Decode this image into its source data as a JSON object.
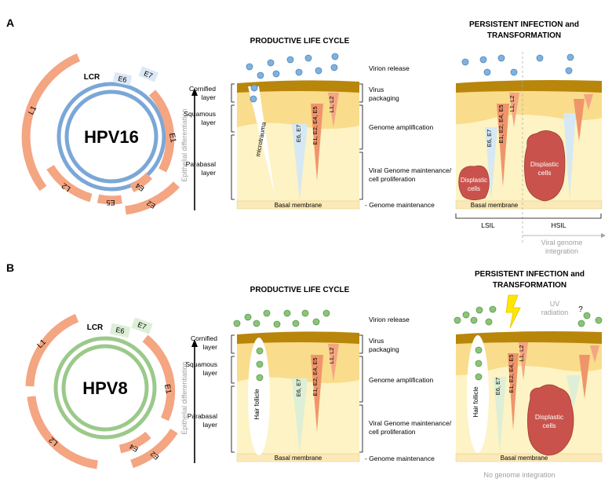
{
  "panel_a": {
    "letter": "A",
    "genome": {
      "name": "HPV16",
      "genes": {
        "lcr": "LCR",
        "e6": "E6",
        "e7": "E7",
        "e1": "E1",
        "e2": "E2",
        "e4": "E4",
        "e5": "E5",
        "l1": "L1",
        "l2": "L2"
      }
    },
    "axis_label": "Epithelial differentiation",
    "productive": {
      "title": "PRODUCTIVE LIFE CYCLE",
      "layers": {
        "cornified": [
          "Cornified",
          "layer"
        ],
        "squamous": [
          "Squamous",
          "layer"
        ],
        "parabasal": [
          "Parabasal",
          "layer"
        ]
      },
      "wound_label": "microtrauma",
      "genes_early": "E6, E7",
      "genes_mid": "E1, E2, E4, E5",
      "genes_late": "L1, L2",
      "basal": "Basal membrane"
    },
    "stages": {
      "virion": "Virion release",
      "packaging": [
        "Virus",
        "packaging"
      ],
      "amplification": "Genome amplification",
      "maintenance_prolif": [
        "Viral Genome maintenance/",
        "cell proliferation"
      ],
      "maintenance": "- Genome maintenance"
    },
    "persistent": {
      "title": [
        "PERSISTENT INFECTION and",
        "TRANSFORMATION"
      ],
      "genes_early": "E6, E7",
      "genes_mid": "E1, E2, E4, E5",
      "genes_late": "L1, L2",
      "dysplastic_small": [
        "Displastic",
        "cells"
      ],
      "dysplastic_large": [
        "Displastic",
        "cells"
      ],
      "basal": "Basal membrane",
      "lsil": "LSIL",
      "hsil": "HSIL",
      "integration": [
        "Viral genome",
        "integration"
      ]
    }
  },
  "panel_b": {
    "letter": "B",
    "genome": {
      "name": "HPV8",
      "genes": {
        "lcr": "LCR",
        "e6": "E6",
        "e7": "E7",
        "e1": "E1",
        "e2": "E2",
        "e4": "E4",
        "l1": "L1",
        "l2": "L2"
      }
    },
    "axis_label": "Epithelial differentiation",
    "productive": {
      "title": "PRODUCTIVE LIFE CYCLE",
      "layers": {
        "cornified": [
          "Cornified",
          "layer"
        ],
        "squamous": [
          "Squamous",
          "layer"
        ],
        "parabasal": [
          "Parabasal",
          "layer"
        ]
      },
      "follicle_label": "Hair follicle",
      "genes_early": "E6, E7",
      "genes_mid": "E1, E2, E4, E5",
      "genes_late": "L1, L2",
      "basal": "Basal membrane"
    },
    "stages": {
      "virion": "Virion release",
      "packaging": [
        "Virus",
        "packaging"
      ],
      "amplification": "Genome amplification",
      "maintenance_prolif": [
        "Viral Genome maintenance/",
        "cell proliferation"
      ],
      "maintenance": "- Genome maintenance"
    },
    "persistent": {
      "title": [
        "PERSISTENT INFECTION and",
        "TRANSFORMATION"
      ],
      "uv": [
        "UV",
        "radiation"
      ],
      "question": "?",
      "follicle_label": "Hair follicle",
      "genes_early": "E6, E7",
      "genes_mid": "E1, E2, E4, E5",
      "genes_late": "L1, L2",
      "dysplastic": [
        "Displastic",
        "cells"
      ],
      "basal": "Basal membrane",
      "no_integration": "No genome integration"
    }
  },
  "colors": {
    "hpv16_ring": "#7BA7D7",
    "hpv8_ring": "#9BC98A",
    "gene_arc": "#F4A582",
    "early_gene_box_a": "#DCE8F5",
    "early_gene_box_b": "#DDEFD6",
    "cornified": "#B8860B",
    "squamous": "#F9DC8C",
    "parabasal": "#FDF3C4",
    "basal": "#FCE9B8",
    "dysplastic": "#C9534C",
    "virion_a": "#7FB2E0",
    "virion_b": "#8BC37A",
    "wedge_early": "#D6E8F3",
    "wedge_mid": "#F0956B",
    "wedge_late": "#F4A582",
    "uv_bolt": "#FFE600",
    "muted_text": "#A0A0A0"
  }
}
